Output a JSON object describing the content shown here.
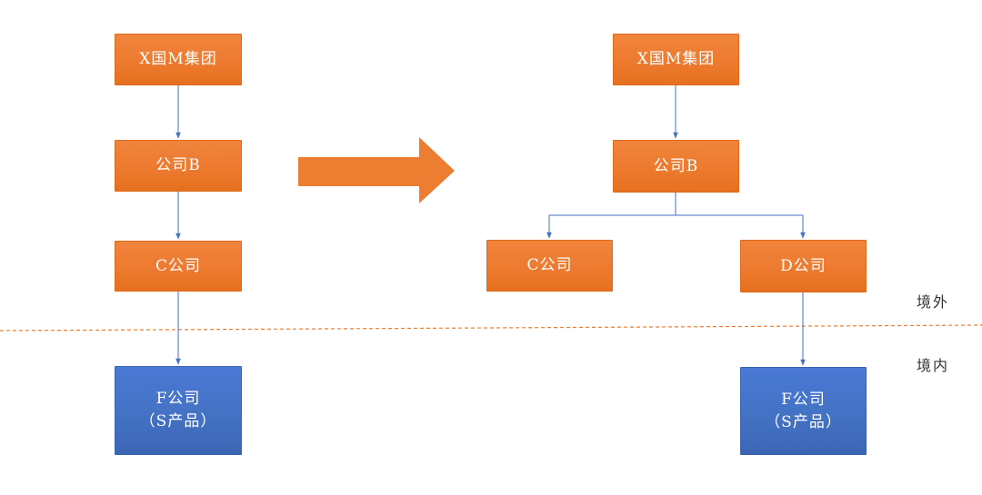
{
  "before": {
    "parent_group": "X国M集团",
    "company_b": "公司B",
    "company_c": "C公司",
    "company_f": "F公司",
    "company_f_product": "（S产品）"
  },
  "after": {
    "parent_group": "X国M集团",
    "company_b": "公司B",
    "company_c": "C公司",
    "company_d": "D公司",
    "company_f": "F公司",
    "company_f_product": "（S产品）"
  },
  "regions": {
    "overseas": "境外",
    "domestic": "境内"
  },
  "colors": {
    "overseas_entity": "#ed7d31",
    "domestic_entity": "#4472c4",
    "connector": "#4472c4",
    "border_line": "#ed7d31",
    "transition_arrow": "#ed7d31"
  }
}
